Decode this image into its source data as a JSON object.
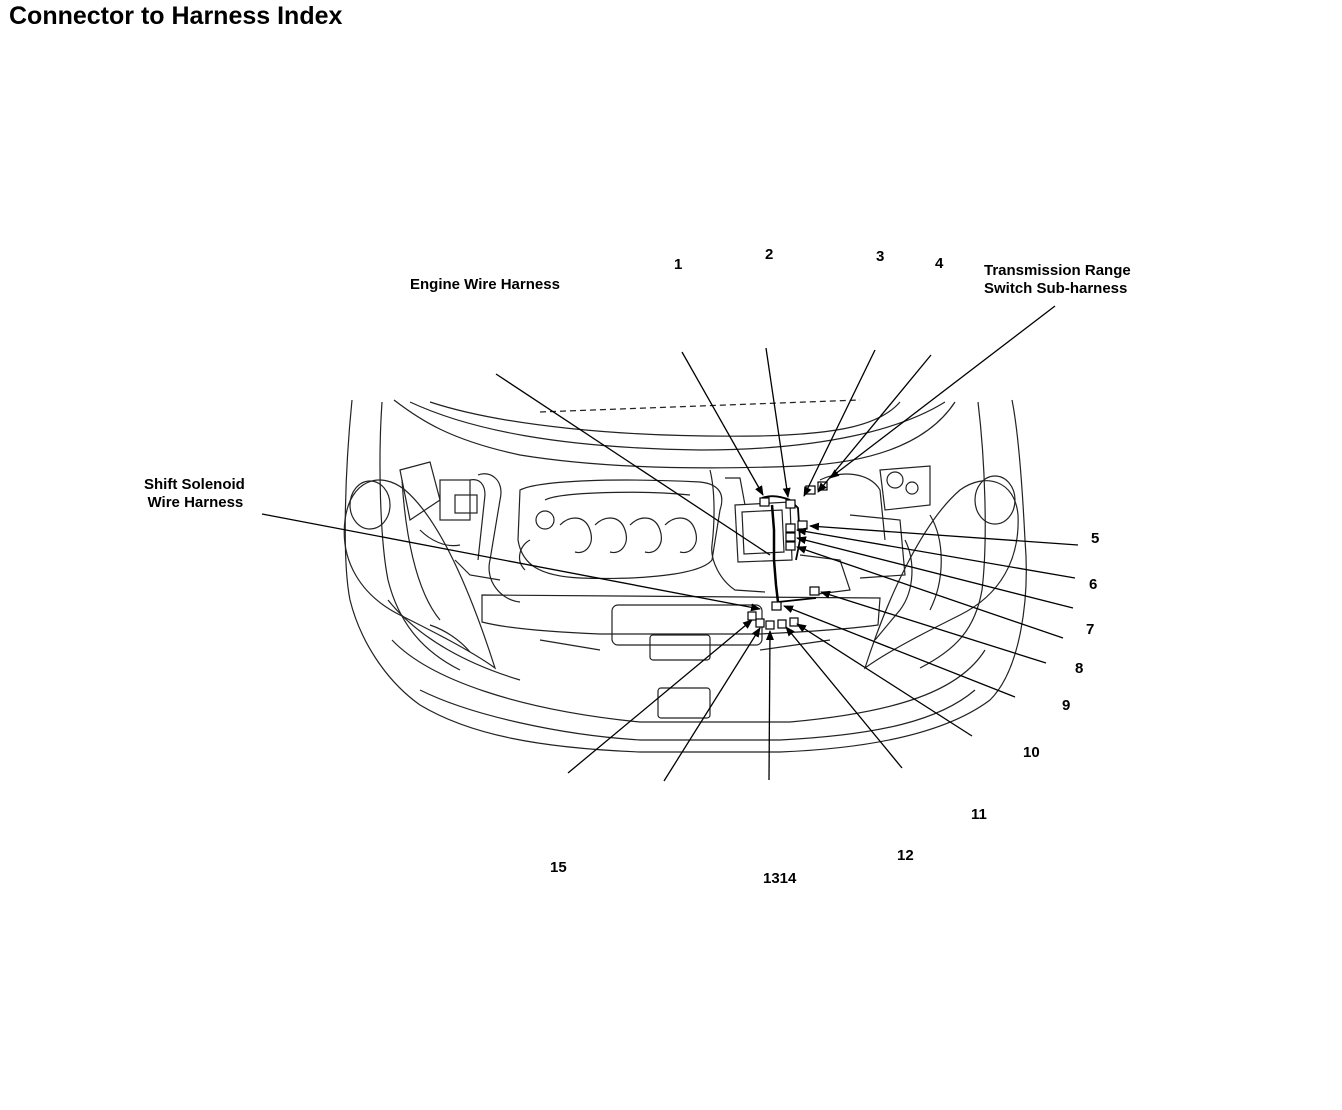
{
  "title": "Connector to Harness Index",
  "harness_labels": {
    "engine": "Engine Wire Harness",
    "shift_solenoid_line1": "Shift Solenoid",
    "shift_solenoid_line2": "Wire Harness",
    "trans_range_line1": "Transmission Range",
    "trans_range_line2": "Switch Sub-harness"
  },
  "callouts": {
    "c1": "1",
    "c2": "2",
    "c3": "3",
    "c4": "4",
    "c5": "5",
    "c6": "6",
    "c7": "7",
    "c8": "8",
    "c9": "9",
    "c10": "10",
    "c11": "11",
    "c12": "12",
    "c1314": "1314",
    "c15": "15"
  }
}
